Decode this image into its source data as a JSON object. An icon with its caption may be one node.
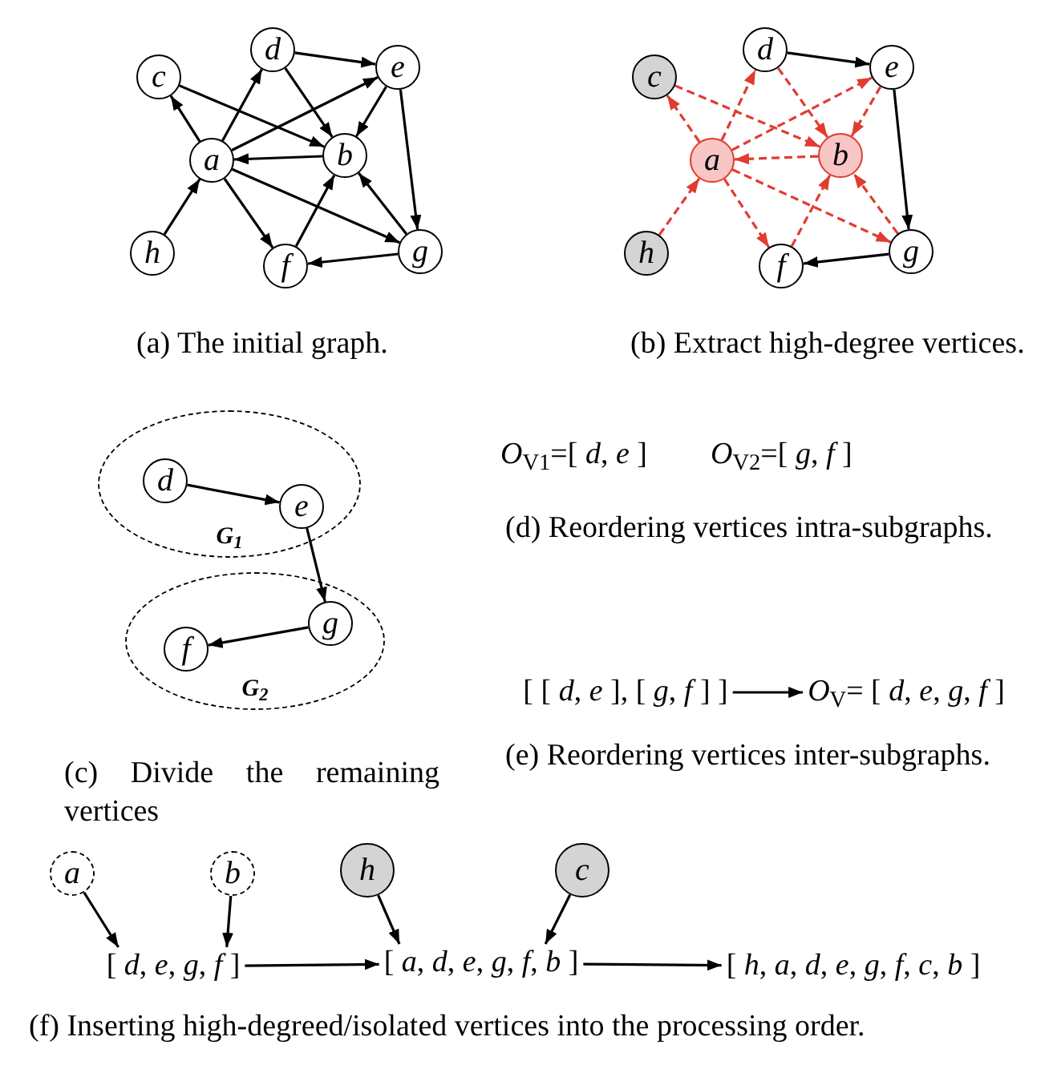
{
  "diagram": {
    "nodes": [
      {
        "text": [
          "a"
        ]
      },
      {
        "text": [
          "b"
        ]
      },
      {
        "text": [
          "c"
        ]
      },
      {
        "text": [
          "d"
        ]
      },
      {
        "text": [
          "e"
        ]
      },
      {
        "text": [
          "f"
        ]
      },
      {
        "text": [
          "g"
        ]
      },
      {
        "text": [
          "h"
        ]
      },
      {
        "text": [
          "a"
        ]
      },
      {
        "text": [
          "b"
        ]
      },
      {
        "text": [
          "c"
        ]
      },
      {
        "text": [
          "d"
        ]
      },
      {
        "text": [
          "e"
        ]
      },
      {
        "text": [
          "f"
        ]
      },
      {
        "text": [
          "g"
        ]
      },
      {
        "text": [
          "h"
        ]
      },
      {
        "text": [
          "G$_{1}$"
        ]
      },
      {
        "text": [
          "d"
        ],
        "in": 16
      },
      {
        "text": [
          "e"
        ],
        "in": 16
      },
      {
        "text": [
          "G$_{2}$"
        ]
      },
      {
        "text": [
          "g"
        ],
        "in": 19
      },
      {
        "text": [
          "f"
        ],
        "in": 19
      },
      {
        "text": [
          "[ [ *d*, *e* ], [ *g*, *f* ] ]"
        ]
      },
      {
        "text": [
          "*O*$_{V}$= [ *d*, *e*, *g*, *f* ]"
        ]
      },
      {
        "text": [
          "a"
        ]
      },
      {
        "text": [
          "b"
        ]
      },
      {
        "text": [
          "h"
        ]
      },
      {
        "text": [
          "c"
        ]
      },
      {
        "text": [
          "[ *d*, *e*, *g*, *f* ]"
        ]
      },
      {
        "text": [
          "[ *a*, *d*, *e*, *g*, *f*, *b* ]"
        ]
      },
      {
        "text": [
          "[ *h*, *a*, *d*, *e*, *g*, *f*, *c*, *b* ]"
        ]
      }
    ],
    "edges": [
      {
        "from": 3,
        "to": 4,
        "arrow": "to"
      },
      {
        "from": 3,
        "to": 1,
        "arrow": "to"
      },
      {
        "from": 2,
        "to": 1,
        "arrow": "to"
      },
      {
        "from": 0,
        "to": 2,
        "arrow": "to"
      },
      {
        "from": 0,
        "to": 3,
        "arrow": "to"
      },
      {
        "from": 0,
        "to": 4,
        "arrow": "to"
      },
      {
        "from": 1,
        "to": 0,
        "arrow": "to"
      },
      {
        "from": 4,
        "to": 1,
        "arrow": "to"
      },
      {
        "from": 4,
        "to": 6,
        "arrow": "to"
      },
      {
        "from": 7,
        "to": 0,
        "arrow": "to"
      },
      {
        "from": 0,
        "to": 5,
        "arrow": "to"
      },
      {
        "from": 0,
        "to": 6,
        "arrow": "to"
      },
      {
        "from": 5,
        "to": 1,
        "arrow": "to"
      },
      {
        "from": 6,
        "to": 1,
        "arrow": "to"
      },
      {
        "from": 6,
        "to": 5,
        "arrow": "to"
      },
      {
        "from": 11,
        "to": 12,
        "arrow": "to"
      },
      {
        "from": 11,
        "to": 9,
        "arrow": "to",
        "style": "dashed",
        "color": "#e03c31"
      },
      {
        "from": 10,
        "to": 9,
        "arrow": "to",
        "style": "dashed",
        "color": "#e03c31"
      },
      {
        "from": 8,
        "to": 10,
        "arrow": "to",
        "style": "dashed",
        "color": "#e03c31"
      },
      {
        "from": 8,
        "to": 11,
        "arrow": "to",
        "style": "dashed",
        "color": "#e03c31"
      },
      {
        "from": 8,
        "to": 12,
        "arrow": "to",
        "style": "dashed",
        "color": "#e03c31"
      },
      {
        "from": 9,
        "to": 8,
        "arrow": "to",
        "style": "dashed",
        "color": "#e03c31"
      },
      {
        "from": 12,
        "to": 9,
        "arrow": "to",
        "style": "dashed",
        "color": "#e03c31"
      },
      {
        "from": 12,
        "to": 14,
        "arrow": "to"
      },
      {
        "from": 15,
        "to": 8,
        "arrow": "to",
        "style": "dashed",
        "color": "#e03c31"
      },
      {
        "from": 8,
        "to": 13,
        "arrow": "to",
        "style": "dashed",
        "color": "#e03c31"
      },
      {
        "from": 8,
        "to": 14,
        "arrow": "to",
        "style": "dashed",
        "color": "#e03c31"
      },
      {
        "from": 13,
        "to": 9,
        "arrow": "to",
        "style": "dashed",
        "color": "#e03c31"
      },
      {
        "from": 14,
        "to": 9,
        "arrow": "to",
        "style": "dashed",
        "color": "#e03c31"
      },
      {
        "from": 14,
        "to": 13,
        "arrow": "to"
      },
      {
        "from": 17,
        "to": 18,
        "arrow": "to"
      },
      {
        "from": 18,
        "to": 20,
        "arrow": "to"
      },
      {
        "from": 20,
        "to": 21,
        "arrow": "to"
      },
      {
        "from": 22,
        "to": 23,
        "arrow": "to"
      },
      {
        "from": 24,
        "to": 28,
        "arrow": "to"
      },
      {
        "from": 25,
        "to": 28,
        "arrow": "to"
      },
      {
        "from": 28,
        "to": 29,
        "arrow": "to"
      },
      {
        "from": 26,
        "to": 29,
        "arrow": "to"
      },
      {
        "from": 27,
        "to": 29,
        "arrow": "to"
      },
      {
        "from": 29,
        "to": 30,
        "arrow": "to"
      }
    ],
    "labels": [
      "(a) The initial graph.",
      "(b) Extract high-degree vertices.",
      "(c) Divide the remaining vertices",
      "*O*$_{V1}$=[ *d*, *e* ]",
      "*O*$_{V2}$=[ *g*, *f* ]",
      "(d) Reordering vertices intra-subgraphs.",
      "(e) Reordering vertices inter-subgraphs.",
      "(f) Inserting high-degreed/isolated vertices into the processing order."
    ]
  }
}
